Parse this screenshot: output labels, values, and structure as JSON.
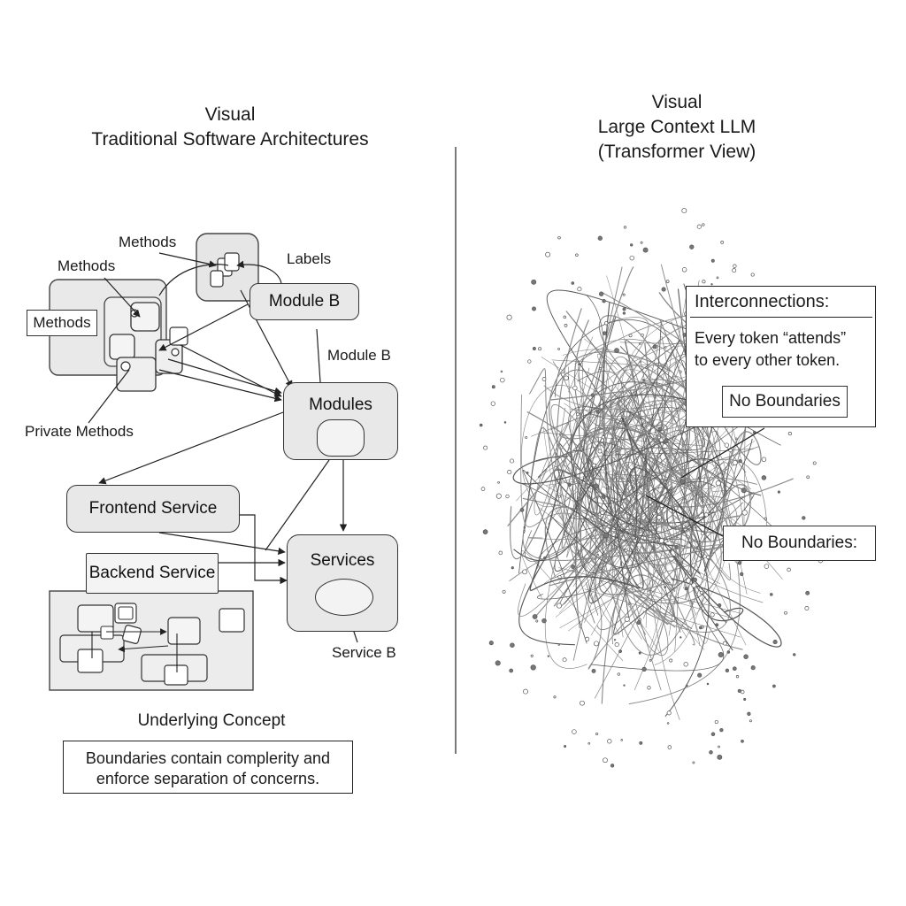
{
  "left": {
    "title_line1": "Visual",
    "title_line2": "Traditional Software Architectures",
    "labels": {
      "methods_top": "Methods",
      "methods_mid": "Methods",
      "methods_boxed": "Methods",
      "labels": "Labels",
      "module_b_text": "Module B",
      "private_methods": "Private Methods",
      "service_b": "Service B"
    },
    "boxes": {
      "module_b": "Module B",
      "modules": "Modules",
      "frontend_service": "Frontend Service",
      "backend_service": "Backend Service",
      "services": "Services"
    },
    "concept_heading": "Underlying Concept",
    "concept_text_line1": "Boundaries contain complerity and",
    "concept_text_line2": "enforce separation of concerns."
  },
  "right": {
    "title_line1": "Visual",
    "title_line2": "Large Context LLM",
    "title_line3": "(Transformer View)",
    "callout_heading": "Interconnections:",
    "callout_text_line1": "Every token “attends”",
    "callout_text_line2": "to every other token.",
    "callout_inner": "No Boundaries",
    "callout_bottom": "No Boundaries:"
  }
}
